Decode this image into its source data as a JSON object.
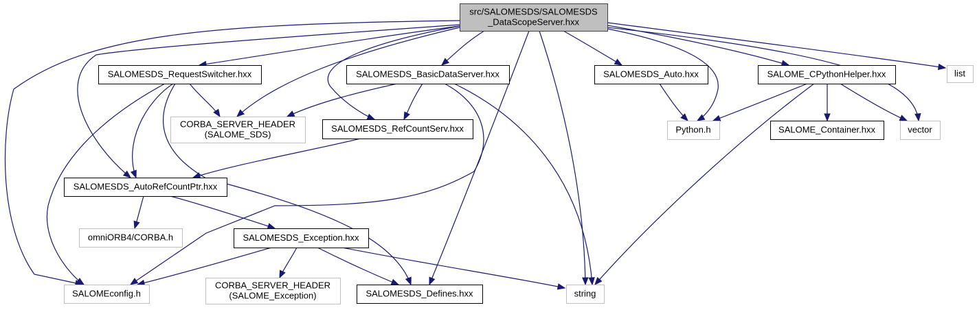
{
  "diagram": {
    "type": "include-dependency-graph",
    "colors": {
      "edge": "#191970",
      "root_fill": "#bfbfbf",
      "root_stroke": "#404040",
      "documented_stroke": "#000000",
      "external_stroke": "#bfbfbf",
      "node_fill": "#ffffff"
    },
    "nodes": [
      {
        "id": "root",
        "lines": [
          "src/SALOMESDS/SALOMESDS",
          "_DataScopeServer.hxx"
        ],
        "kind": "root"
      },
      {
        "id": "requestswitcher",
        "lines": [
          "SALOMESDS_RequestSwitcher.hxx"
        ],
        "kind": "documented"
      },
      {
        "id": "basicdataserver",
        "lines": [
          "SALOMESDS_BasicDataServer.hxx"
        ],
        "kind": "documented"
      },
      {
        "id": "auto",
        "lines": [
          "SALOMESDS_Auto.hxx"
        ],
        "kind": "documented"
      },
      {
        "id": "cpythonhelper",
        "lines": [
          "SALOME_CPythonHelper.hxx"
        ],
        "kind": "documented"
      },
      {
        "id": "list",
        "lines": [
          "list"
        ],
        "kind": "external"
      },
      {
        "id": "corba_sds",
        "lines": [
          "CORBA_SERVER_HEADER",
          "(SALOME_SDS)"
        ],
        "kind": "external"
      },
      {
        "id": "refcountserv",
        "lines": [
          "SALOMESDS_RefCountServ.hxx"
        ],
        "kind": "documented"
      },
      {
        "id": "python",
        "lines": [
          "Python.h"
        ],
        "kind": "external"
      },
      {
        "id": "container",
        "lines": [
          "SALOME_Container.hxx"
        ],
        "kind": "documented"
      },
      {
        "id": "vector",
        "lines": [
          "vector"
        ],
        "kind": "external"
      },
      {
        "id": "autorefcountptr",
        "lines": [
          "SALOMESDS_AutoRefCountPtr.hxx"
        ],
        "kind": "documented"
      },
      {
        "id": "omniorb",
        "lines": [
          "omniORB4/CORBA.h"
        ],
        "kind": "external"
      },
      {
        "id": "exception",
        "lines": [
          "SALOMESDS_Exception.hxx"
        ],
        "kind": "documented"
      },
      {
        "id": "salomeconfig",
        "lines": [
          "SALOMEconfig.h"
        ],
        "kind": "external"
      },
      {
        "id": "corba_exception",
        "lines": [
          "CORBA_SERVER_HEADER",
          "(SALOME_Exception)"
        ],
        "kind": "external"
      },
      {
        "id": "defines",
        "lines": [
          "SALOMESDS_Defines.hxx"
        ],
        "kind": "documented"
      },
      {
        "id": "string",
        "lines": [
          "string"
        ],
        "kind": "external"
      }
    ],
    "edges": [
      {
        "from": "root",
        "to": "requestswitcher"
      },
      {
        "from": "root",
        "to": "basicdataserver"
      },
      {
        "from": "root",
        "to": "auto"
      },
      {
        "from": "root",
        "to": "cpythonhelper"
      },
      {
        "from": "root",
        "to": "list"
      },
      {
        "from": "root",
        "to": "corba_sds"
      },
      {
        "from": "root",
        "to": "refcountserv"
      },
      {
        "from": "root",
        "to": "python"
      },
      {
        "from": "root",
        "to": "vector"
      },
      {
        "from": "root",
        "to": "autorefcountptr"
      },
      {
        "from": "root",
        "to": "salomeconfig"
      },
      {
        "from": "root",
        "to": "defines"
      },
      {
        "from": "root",
        "to": "string"
      },
      {
        "from": "requestswitcher",
        "to": "corba_sds"
      },
      {
        "from": "requestswitcher",
        "to": "autorefcountptr"
      },
      {
        "from": "requestswitcher",
        "to": "salomeconfig"
      },
      {
        "from": "requestswitcher",
        "to": "defines"
      },
      {
        "from": "basicdataserver",
        "to": "corba_sds"
      },
      {
        "from": "basicdataserver",
        "to": "refcountserv"
      },
      {
        "from": "basicdataserver",
        "to": "salomeconfig"
      },
      {
        "from": "basicdataserver",
        "to": "string"
      },
      {
        "from": "refcountserv",
        "to": "autorefcountptr"
      },
      {
        "from": "auto",
        "to": "python"
      },
      {
        "from": "cpythonhelper",
        "to": "python"
      },
      {
        "from": "cpythonhelper",
        "to": "container"
      },
      {
        "from": "cpythonhelper",
        "to": "vector"
      },
      {
        "from": "cpythonhelper",
        "to": "string"
      },
      {
        "from": "autorefcountptr",
        "to": "omniorb"
      },
      {
        "from": "autorefcountptr",
        "to": "exception"
      },
      {
        "from": "exception",
        "to": "salomeconfig"
      },
      {
        "from": "exception",
        "to": "corba_exception"
      },
      {
        "from": "exception",
        "to": "defines"
      },
      {
        "from": "exception",
        "to": "string"
      }
    ]
  }
}
